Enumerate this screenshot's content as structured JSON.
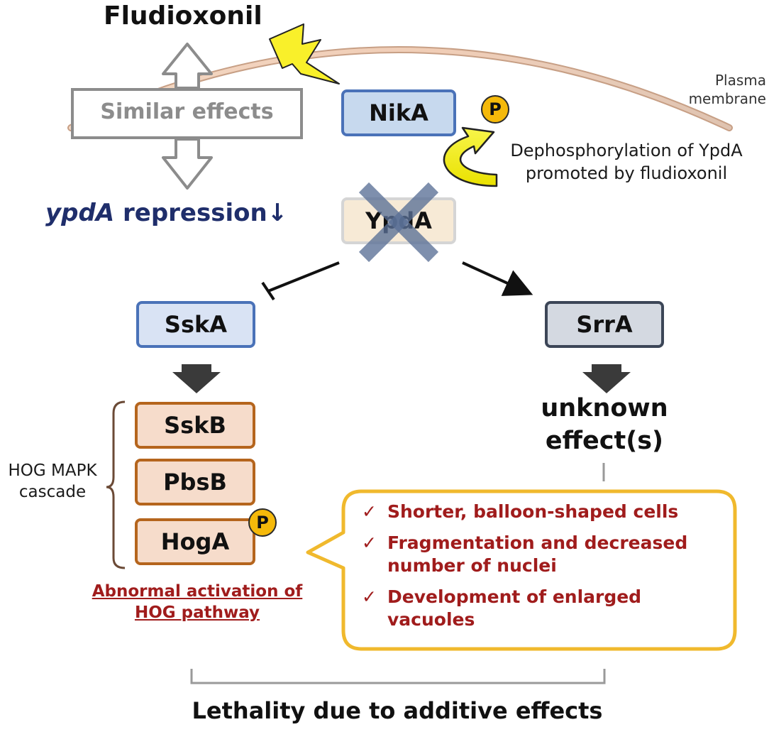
{
  "title": "Fludioxonil",
  "membrane_label": "Plasma\nmembrane",
  "similar_effects": "Similar effects",
  "ypda_repression": {
    "gene": "ypdA",
    "rest": " repression↓"
  },
  "proteins": {
    "nika": "NikA",
    "ypda": "YpdA",
    "sska": "SskA",
    "srra": "SrrA",
    "sskb": "SskB",
    "pbsb": "PbsB",
    "hoga": "HogA"
  },
  "phospho_symbol": "P",
  "dephos_note": "Dephosphorylation of YpdA\npromoted by fludioxonil",
  "hog_cascade_label": "HOG MAPK\ncascade",
  "abnormal_activation": "Abnormal activation of\nHOG pathway",
  "unknown_effects": "unknown\neffect(s)",
  "check_mark": "✓",
  "phenotypes": [
    "Shorter, balloon-shaped cells",
    "Fragmentation and decreased number of nuclei",
    "Development of enlarged vacuoles"
  ],
  "conclusion": "Lethality due to additive effects",
  "colors": {
    "nika_fill": "#c7d9ee",
    "nika_border": "#4a72b8",
    "sska_fill": "#d9e3f4",
    "sska_border": "#4a72b8",
    "ypda_fill": "#f7ead6",
    "ypda_border": "#d5d5d5",
    "srra_fill": "#d4d9e1",
    "srra_border": "#3c4657",
    "cascade_fill": "#f6dccb",
    "cascade_border": "#b5651d",
    "phenotype_text": "#a01c1c",
    "repression_text": "#1f2e6b",
    "callout_border": "#f0b92d",
    "phospho": "#f5b90a"
  }
}
